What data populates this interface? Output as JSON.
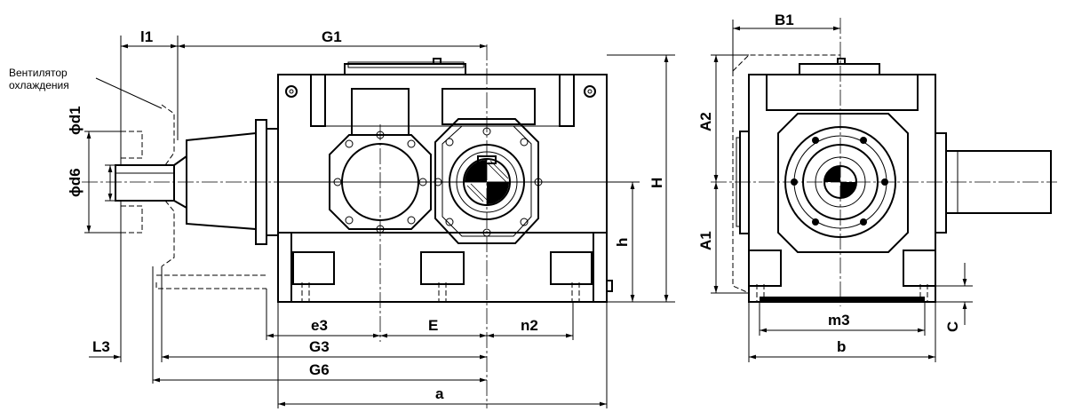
{
  "note": {
    "line1": "Вентилятор",
    "line2": "охлаждения"
  },
  "dims": {
    "l1": "l1",
    "G1": "G1",
    "d1": "ϕd1",
    "d6": "ϕd6",
    "H": "H",
    "h": "h",
    "e3": "e3",
    "E": "E",
    "n2": "n2",
    "L3": "L3",
    "G3": "G3",
    "G6": "G6",
    "a": "a",
    "B1": "B1",
    "A2": "A2",
    "A1": "A1",
    "m3": "m3",
    "b": "b",
    "C": "C"
  }
}
